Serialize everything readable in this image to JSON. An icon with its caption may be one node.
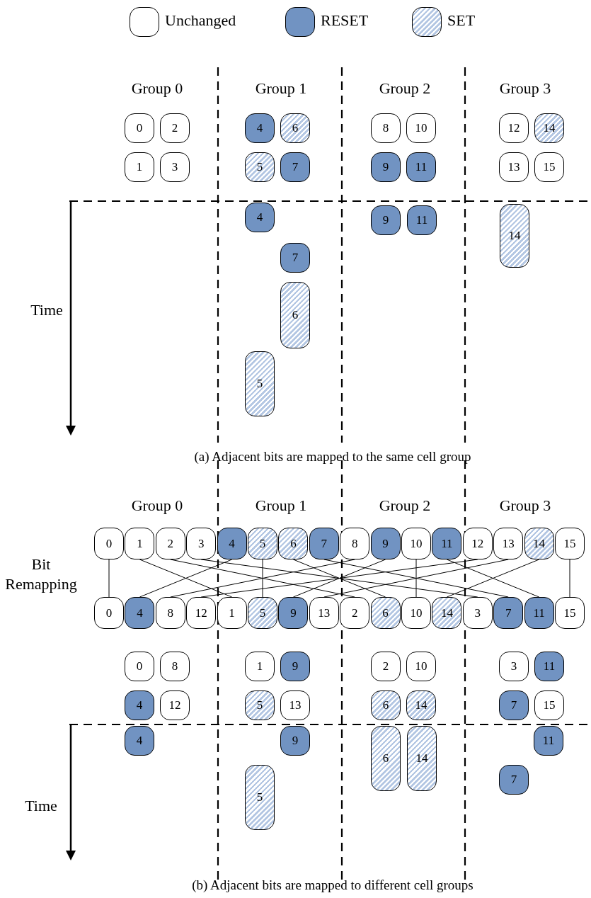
{
  "diagram": {
    "nodes": [
      {
        "text": [
          "0"
        ]
      },
      {
        "text": [
          "2"
        ]
      },
      {
        "text": [
          "1"
        ]
      },
      {
        "text": [
          "3"
        ]
      },
      {
        "text": [
          "4"
        ]
      },
      {
        "text": [
          "6"
        ]
      },
      {
        "text": [
          "5"
        ]
      },
      {
        "text": [
          "7"
        ]
      },
      {
        "text": [
          "8"
        ]
      },
      {
        "text": [
          "10"
        ]
      },
      {
        "text": [
          "9"
        ]
      },
      {
        "text": [
          "11"
        ]
      },
      {
        "text": [
          "12"
        ]
      },
      {
        "text": [
          "14"
        ]
      },
      {
        "text": [
          "13"
        ]
      },
      {
        "text": [
          "15"
        ]
      },
      {
        "text": [
          "4"
        ]
      },
      {
        "text": [
          "9"
        ]
      },
      {
        "text": [
          "11"
        ]
      },
      {
        "text": [
          "14"
        ]
      },
      {
        "text": [
          "7"
        ]
      },
      {
        "text": [
          "6"
        ]
      },
      {
        "text": [
          "5"
        ]
      },
      {
        "text": [
          "0"
        ]
      },
      {
        "text": [
          "1"
        ]
      },
      {
        "text": [
          "2"
        ]
      },
      {
        "text": [
          "3"
        ]
      },
      {
        "text": [
          "4"
        ]
      },
      {
        "text": [
          "5"
        ]
      },
      {
        "text": [
          "6"
        ]
      },
      {
        "text": [
          "7"
        ]
      },
      {
        "text": [
          "8"
        ]
      },
      {
        "text": [
          "9"
        ]
      },
      {
        "text": [
          "10"
        ]
      },
      {
        "text": [
          "11"
        ]
      },
      {
        "text": [
          "12"
        ]
      },
      {
        "text": [
          "13"
        ]
      },
      {
        "text": [
          "14"
        ]
      },
      {
        "text": [
          "15"
        ]
      },
      {
        "text": [
          "0"
        ]
      },
      {
        "text": [
          "4"
        ]
      },
      {
        "text": [
          "8"
        ]
      },
      {
        "text": [
          "12"
        ]
      },
      {
        "text": [
          "1"
        ]
      },
      {
        "text": [
          "5"
        ]
      },
      {
        "text": [
          "9"
        ]
      },
      {
        "text": [
          "13"
        ]
      },
      {
        "text": [
          "2"
        ]
      },
      {
        "text": [
          "6"
        ]
      },
      {
        "text": [
          "10"
        ]
      },
      {
        "text": [
          "14"
        ]
      },
      {
        "text": [
          "3"
        ]
      },
      {
        "text": [
          "7"
        ]
      },
      {
        "text": [
          "11"
        ]
      },
      {
        "text": [
          "15"
        ]
      },
      {
        "text": [
          "0"
        ]
      },
      {
        "text": [
          "8"
        ]
      },
      {
        "text": [
          "4"
        ]
      },
      {
        "text": [
          "12"
        ]
      },
      {
        "text": [
          "1"
        ]
      },
      {
        "text": [
          "9"
        ]
      },
      {
        "text": [
          "5"
        ]
      },
      {
        "text": [
          "13"
        ]
      },
      {
        "text": [
          "2"
        ]
      },
      {
        "text": [
          "10"
        ]
      },
      {
        "text": [
          "6"
        ]
      },
      {
        "text": [
          "14"
        ]
      },
      {
        "text": [
          "3"
        ]
      },
      {
        "text": [
          "11"
        ]
      },
      {
        "text": [
          "7"
        ]
      },
      {
        "text": [
          "15"
        ]
      },
      {
        "text": [
          "4"
        ]
      },
      {
        "text": [
          "9"
        ]
      },
      {
        "text": [
          "6"
        ]
      },
      {
        "text": [
          "14"
        ]
      },
      {
        "text": [
          "11"
        ]
      },
      {
        "text": [
          "5"
        ]
      },
      {
        "text": [
          "7"
        ]
      }
    ],
    "edges": [
      {
        "from": 23,
        "to": 39,
        "arrow": "none"
      },
      {
        "from": 24,
        "to": 43,
        "arrow": "none"
      },
      {
        "from": 25,
        "to": 47,
        "arrow": "none"
      },
      {
        "from": 26,
        "to": 51,
        "arrow": "none"
      },
      {
        "from": 27,
        "to": 40,
        "arrow": "none"
      },
      {
        "from": 28,
        "to": 44,
        "arrow": "none"
      },
      {
        "from": 29,
        "to": 48,
        "arrow": "none"
      },
      {
        "from": 30,
        "to": 52,
        "arrow": "none"
      },
      {
        "from": 31,
        "to": 41,
        "arrow": "none"
      },
      {
        "from": 32,
        "to": 45,
        "arrow": "none"
      },
      {
        "from": 33,
        "to": 49,
        "arrow": "none"
      },
      {
        "from": 34,
        "to": 53,
        "arrow": "none"
      },
      {
        "from": 35,
        "to": 42,
        "arrow": "none"
      },
      {
        "from": 36,
        "to": 46,
        "arrow": "none"
      },
      {
        "from": 37,
        "to": 50,
        "arrow": "none"
      },
      {
        "from": 38,
        "to": 54,
        "arrow": "none"
      }
    ],
    "labels": [
      "Group 0",
      "Group 1",
      "Group 2",
      "Group 3",
      "Time",
      "(a) Adjacent bits are mapped to the same cell group",
      "Group 0",
      "Group 1",
      "Group 2",
      "Group 3",
      "Bit Remapping",
      "Time",
      "(b) Adjacent bits are mapped to different cell groups"
    ],
    "legend": [
      {
        "text": "Unchanged",
        "color": "#ffffff"
      },
      {
        "text": "RESET",
        "color": "#7193c2"
      },
      {
        "text": "SET"
      }
    ]
  }
}
